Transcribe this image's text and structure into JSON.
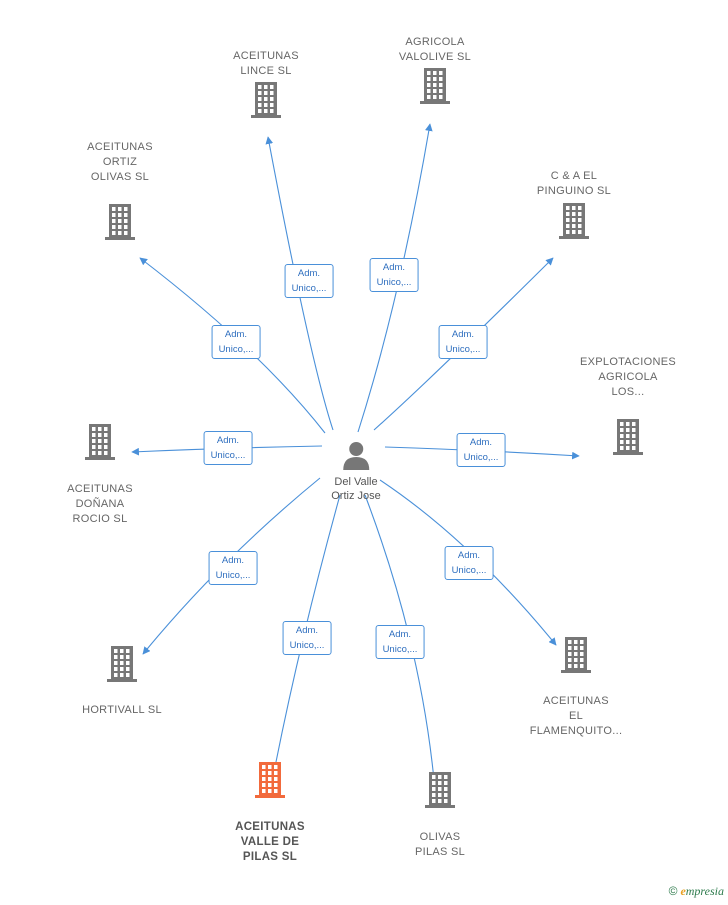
{
  "center": {
    "name": "Del Valle\nOrtiz Jose",
    "icon": "person-icon"
  },
  "edge_label": "Adm.\nUnico,...",
  "companies": [
    {
      "id": "lince",
      "name": "ACEITUNAS\nLINCE  SL",
      "highlight": false
    },
    {
      "id": "valolive",
      "name": "AGRICOLA\nVALOLIVE  SL",
      "highlight": false
    },
    {
      "id": "ortiz",
      "name": "ACEITUNAS\nORTIZ\nOLIVAS  SL",
      "highlight": false
    },
    {
      "id": "pinguino",
      "name": "C & A EL\nPINGUINO  SL",
      "highlight": false
    },
    {
      "id": "explotaciones",
      "name": "EXPLOTACIONES\nAGRICOLA\nLOS...",
      "highlight": false
    },
    {
      "id": "donana",
      "name": "ACEITUNAS\nDOÑANA\nROCIO  SL",
      "highlight": false
    },
    {
      "id": "hortivall",
      "name": "HORTIVALL  SL",
      "highlight": false
    },
    {
      "id": "flamenquito",
      "name": "ACEITUNAS\nEL\nFLAMENQUITO...",
      "highlight": false
    },
    {
      "id": "valle",
      "name": "ACEITUNAS\nVALLE DE\nPILAS  SL",
      "highlight": true
    },
    {
      "id": "olivas",
      "name": "OLIVAS\nPILAS  SL",
      "highlight": false
    }
  ],
  "colors": {
    "edge": "#4a90d9",
    "building": "#777777",
    "building_highlight": "#f26a3c",
    "person": "#777777"
  },
  "footer": {
    "copyright": "©",
    "brand_e": "e",
    "brand_rest": "mpresia"
  }
}
